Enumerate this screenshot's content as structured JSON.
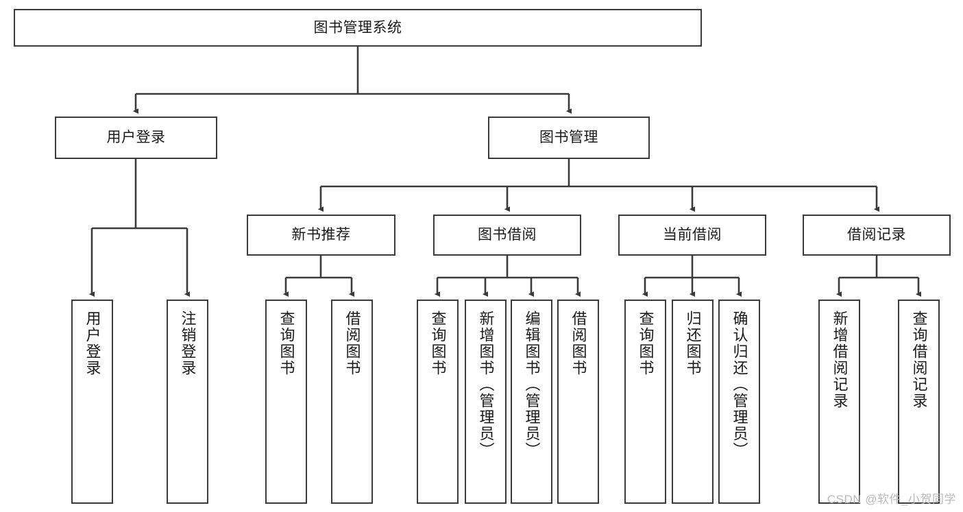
{
  "diagram": {
    "title": "图书管理系统",
    "watermark": "CSDN @软件_小贺同学",
    "colors": {
      "box_border": "#3a3a3a",
      "box_fill": "#ffffff",
      "edge": "#3a3a3a",
      "text": "#1a1a1a",
      "watermark": "#b9b9b9",
      "background": "#ffffff"
    },
    "nodes": {
      "root": {
        "label": "图书管理系统"
      },
      "level2": [
        {
          "id": "user-login",
          "label": "用户登录"
        },
        {
          "id": "book-management",
          "label": "图书管理"
        }
      ],
      "level3": [
        {
          "id": "new-book-recommend",
          "label": "新书推荐"
        },
        {
          "id": "book-borrow",
          "label": "图书借阅"
        },
        {
          "id": "current-borrow",
          "label": "当前借阅"
        },
        {
          "id": "borrow-record",
          "label": "借阅记录"
        }
      ],
      "leaves": {
        "user_login": [
          {
            "id": "leaf-user-login",
            "label": "用户登录"
          },
          {
            "id": "leaf-logout-login",
            "label": "注销登录"
          }
        ],
        "new_book_recommend": [
          {
            "id": "leaf-query-book-1",
            "label": "查询图书"
          },
          {
            "id": "leaf-borrow-book-1",
            "label": "借阅图书"
          }
        ],
        "book_borrow": [
          {
            "id": "leaf-query-book-2",
            "label": "查询图书"
          },
          {
            "id": "leaf-add-book",
            "label": "新增图书（管理员）"
          },
          {
            "id": "leaf-edit-book",
            "label": "编辑图书（管理员）"
          },
          {
            "id": "leaf-borrow-book-2",
            "label": "借阅图书"
          }
        ],
        "current_borrow": [
          {
            "id": "leaf-query-book-3",
            "label": "查询图书"
          },
          {
            "id": "leaf-return-book",
            "label": "归还图书"
          },
          {
            "id": "leaf-confirm-return",
            "label": "确认归还（管理员）"
          }
        ],
        "borrow_record": [
          {
            "id": "leaf-add-borrow-record",
            "label": "新增借阅记录"
          },
          {
            "id": "leaf-query-borrow-record",
            "label": "查询借阅记录"
          }
        ]
      }
    }
  }
}
